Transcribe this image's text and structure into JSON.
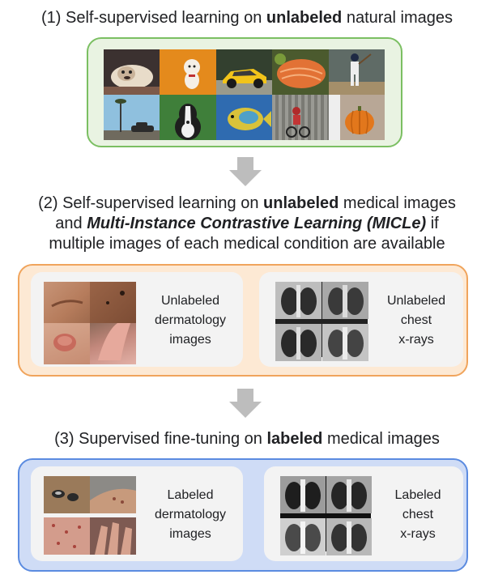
{
  "step1": {
    "heading_prefix": "(1) Self-supervised learning on ",
    "heading_bold": "unlabeled",
    "heading_suffix": " natural images",
    "images": [
      {
        "name": "bulldog-photo",
        "color": "#8a7a68"
      },
      {
        "name": "poodle-photo",
        "color": "#e08a1e"
      },
      {
        "name": "yellow-car-photo",
        "color": "#3d4f3a"
      },
      {
        "name": "salmon-food-photo",
        "color": "#d9713a"
      },
      {
        "name": "baseball-player-photo",
        "color": "#6f7a6c"
      },
      {
        "name": "tree-car-photo",
        "color": "#7fb3d4"
      },
      {
        "name": "border-collie-photo",
        "color": "#4a8a3a"
      },
      {
        "name": "fish-photo",
        "color": "#3a72b3"
      },
      {
        "name": "crowd-cyclist-photo",
        "color": "#8f8f8f"
      },
      {
        "name": "orange-pumpkin-photo",
        "color": "#b9a48f"
      }
    ]
  },
  "step2": {
    "heading_line1_prefix": "(2) Self-supervised learning on ",
    "heading_line1_bold": "unlabeled",
    "heading_line1_suffix": " medical images",
    "heading_line2_prefix": "and ",
    "heading_line2_bolditalic": "Multi-Instance Contrastive Learning (MICLe)",
    "heading_line2_suffix": " if",
    "heading_line3": "multiple images of each medical condition are available",
    "derm_label": [
      "Unlabeled",
      "dermatology",
      "images"
    ],
    "xray_label": [
      "Unlabeled",
      "chest",
      "x-rays"
    ]
  },
  "step3": {
    "heading_prefix": "(3) Supervised fine-tuning on ",
    "heading_bold": "labeled",
    "heading_suffix": " medical images",
    "derm_label": [
      "Labeled",
      "dermatology",
      "images"
    ],
    "xray_label": [
      "Labeled",
      "chest",
      "x-rays"
    ]
  },
  "colors": {
    "step1_fill": "#e9f3e2",
    "step1_border": "#7bbf62",
    "step2_fill": "#fde9d4",
    "step2_border": "#f0a45c",
    "step3_fill": "#cfdcf6",
    "step3_border": "#5b8be0",
    "card_fill": "#f3f3f3",
    "arrow": "#bdbdbd"
  }
}
